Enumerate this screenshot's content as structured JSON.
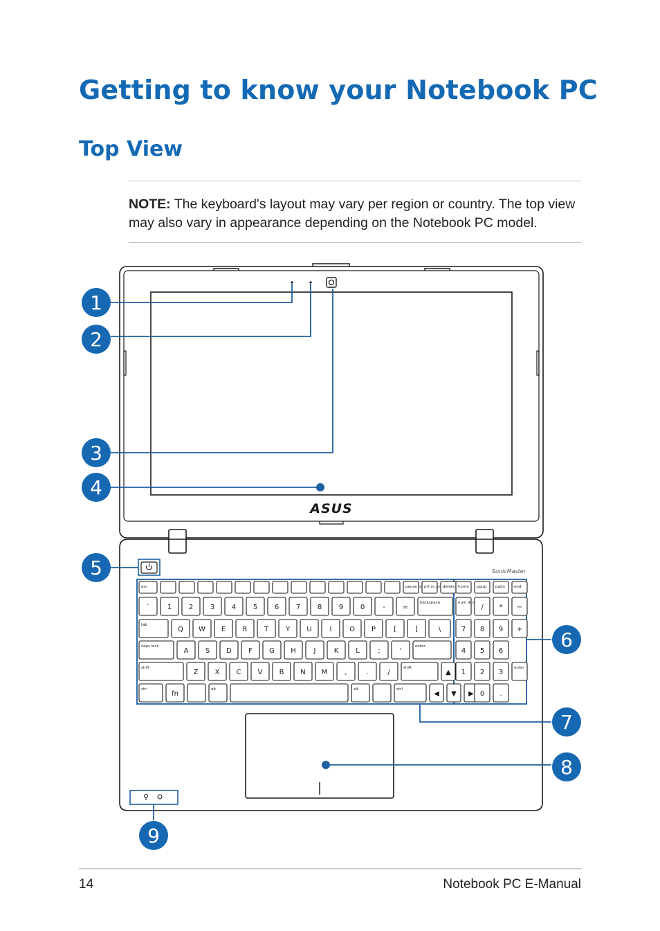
{
  "title": "Getting to know your Notebook PC",
  "subtitle": "Top View",
  "note": {
    "label": "NOTE:",
    "text": " The keyboard's layout may vary per region or country. The top view may also vary in appearance depending on the Notebook PC model."
  },
  "brand": {
    "logo": "ASUS",
    "sonicmaster": "SonicMaster"
  },
  "callouts": [
    "1",
    "2",
    "3",
    "4",
    "5",
    "6",
    "7",
    "8",
    "9"
  ],
  "keyboard": {
    "row_fn": [
      "esc",
      "",
      "",
      "",
      "",
      "",
      "",
      "",
      "",
      "",
      "",
      "",
      "",
      "",
      "pause break",
      "prt sc sysrq",
      "delete"
    ],
    "row_num": [
      "`",
      "1",
      "2",
      "3",
      "4",
      "5",
      "6",
      "7",
      "8",
      "9",
      "0",
      "-",
      "=",
      "backspace"
    ],
    "row_q": [
      "tab",
      "Q",
      "W",
      "E",
      "R",
      "T",
      "Y",
      "U",
      "I",
      "O",
      "P",
      "[",
      "]",
      "\\"
    ],
    "row_a": [
      "caps lock",
      "A",
      "S",
      "D",
      "F",
      "G",
      "H",
      "J",
      "K",
      "L",
      ";",
      "'",
      "enter"
    ],
    "row_z": [
      "shift",
      "Z",
      "X",
      "C",
      "V",
      "B",
      "N",
      "M",
      ",",
      ".",
      "/",
      "shift",
      "▲"
    ],
    "row_ctrl": [
      "ctrl",
      "fn",
      "",
      "alt",
      "",
      "alt",
      "",
      "ctrl",
      "◀",
      "▼",
      "▶"
    ],
    "numpad_top": [
      "home",
      "pgup",
      "pgdn",
      "end"
    ],
    "numpad_r2": [
      "num lk scr lk",
      "/",
      "*",
      "−"
    ],
    "numpad_r3": [
      "7",
      "8",
      "9",
      "+"
    ],
    "numpad_r4": [
      "4",
      "5",
      "6"
    ],
    "numpad_r5": [
      "1",
      "2",
      "3",
      "enter"
    ],
    "numpad_r6": [
      "0",
      "."
    ]
  },
  "footer": {
    "page": "14",
    "manual": "Notebook PC E-Manual"
  },
  "colors": {
    "accent": "#1469b4",
    "callout": "#1668b3",
    "line": "#1e5fa0",
    "outline": "#1a1a1a"
  }
}
